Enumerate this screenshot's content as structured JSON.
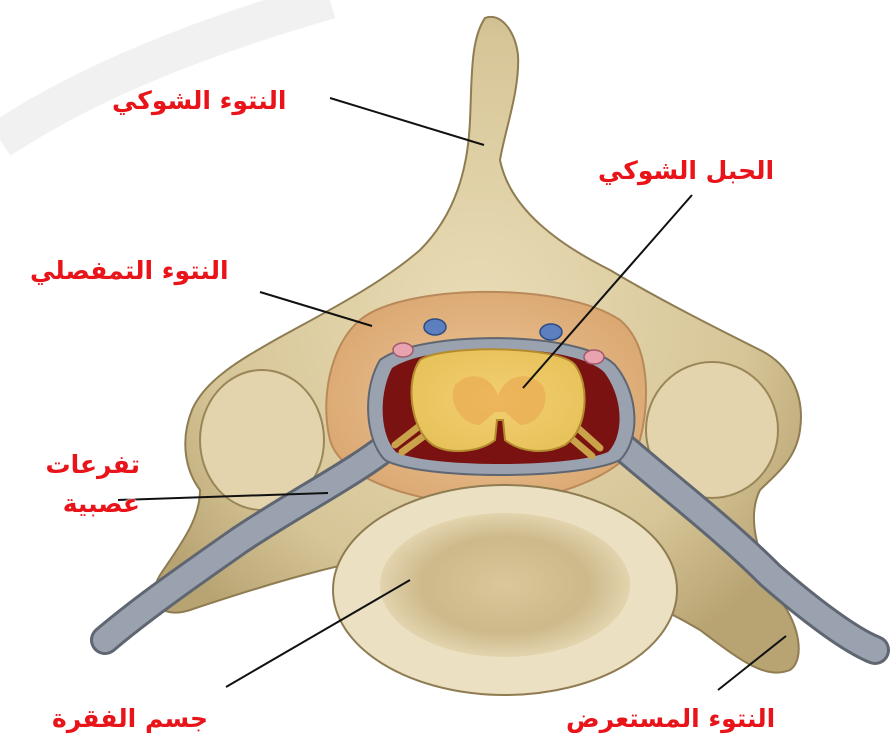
{
  "diagram": {
    "labels": {
      "spinous_process": "النتوء الشوكي",
      "spinal_cord": "الحبل الشوكي",
      "articular_process": "النتوء التمفصلي",
      "nerve_branches_line1": "تفرعات",
      "nerve_branches_line2": "عصبية",
      "vertebral_body": "جسم الفقرة",
      "transverse_process": "النتوء المستعرض"
    }
  },
  "colors": {
    "label": "#e8141a",
    "bone": "#d8c9a0",
    "bone_shadow": "#b9a577",
    "fat": "#e3b883",
    "nerve": "#8f97a6",
    "cord": "#f1d56a",
    "canal": "#7a1212"
  }
}
